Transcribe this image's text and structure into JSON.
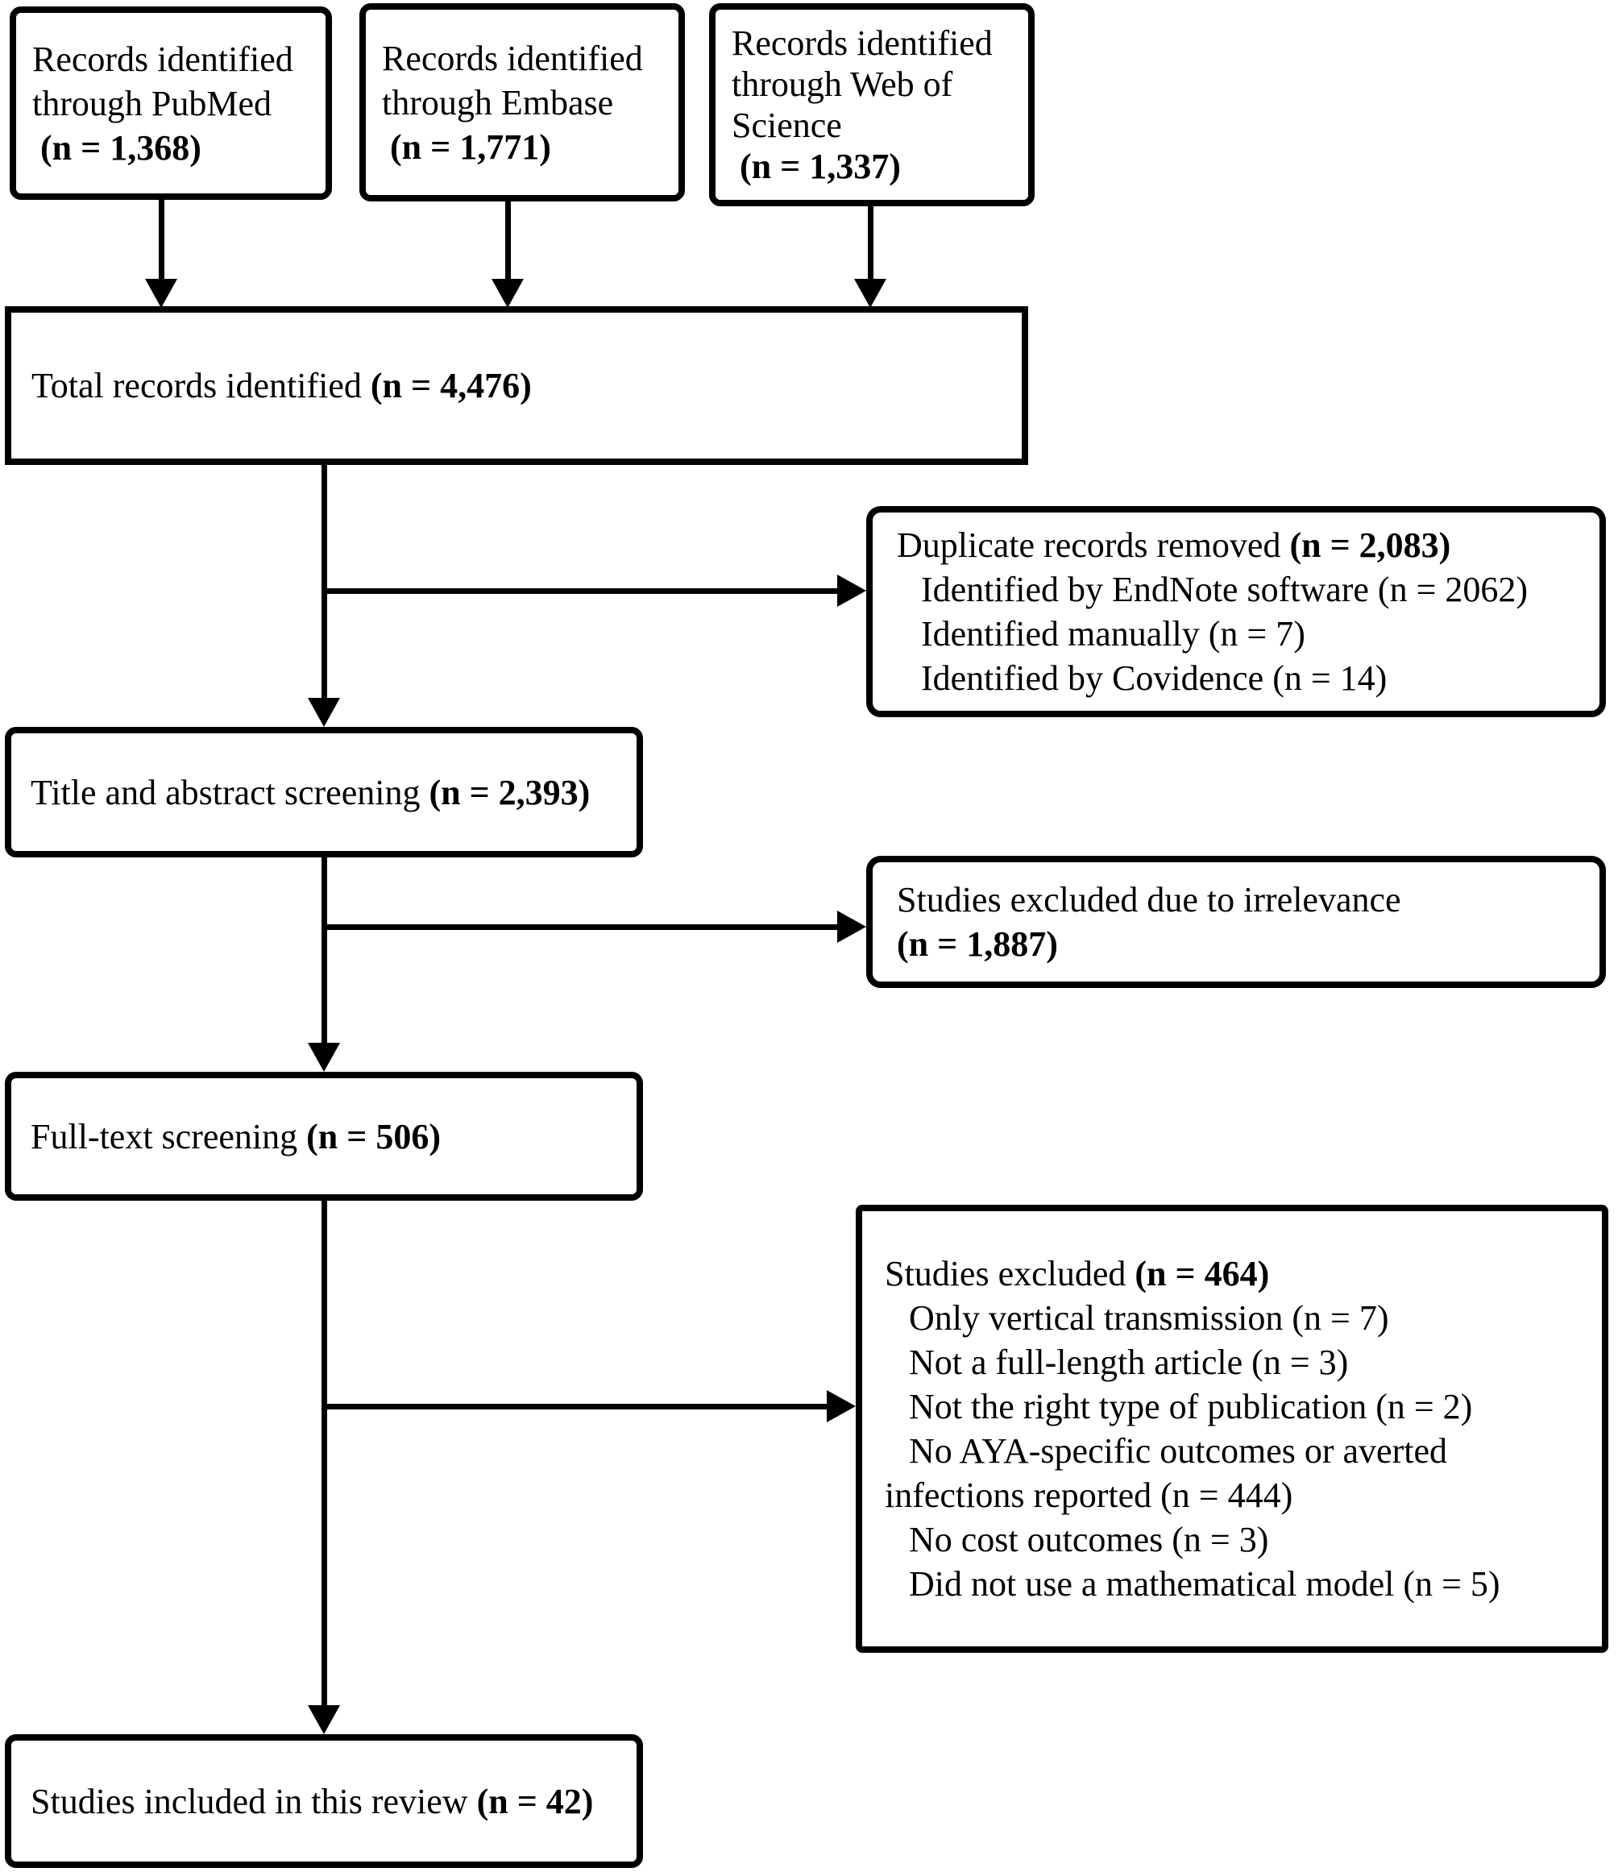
{
  "diagram_type": "prisma-flow",
  "colors": {
    "line": "#000000",
    "background": "#ffffff"
  },
  "sources": [
    {
      "lines": [
        "Records identified",
        "through PubMed"
      ],
      "count": "(n = 1,368)"
    },
    {
      "lines": [
        "Records identified",
        "through Embase"
      ],
      "count": "(n = 1,771)"
    },
    {
      "lines": [
        "Records identified",
        "through Web of",
        "Science"
      ],
      "count": "(n = 1,337)"
    }
  ],
  "total": {
    "label": "Total records identified",
    "count": "(n = 4,476)"
  },
  "duplicates": {
    "label": "Duplicate records removed",
    "count": "(n = 2,083)",
    "items": [
      "Identified by EndNote software (n = 2062)",
      "Identified manually (n = 7)",
      "Identified by Covidence (n = 14)"
    ]
  },
  "title_abstract": {
    "label": "Title and abstract screening",
    "count": "(n = 2,393)"
  },
  "excluded_irrelevance": {
    "label": "Studies excluded due to irrelevance",
    "count": "(n = 1,887)"
  },
  "full_text": {
    "label": "Full-text screening",
    "count": "(n = 506)"
  },
  "excluded_full_text": {
    "label": "Studies excluded",
    "count": "(n = 464)",
    "items": [
      "Only vertical transmission (n = 7)",
      "Not a full-length article (n = 3)",
      "Not the right type of publication (n = 2)",
      "No AYA-specific outcomes or averted infections reported (n = 444)",
      "No cost outcomes (n = 3)",
      "Did not use a mathematical model (n = 5)"
    ]
  },
  "included": {
    "label": "Studies included in this review",
    "count": "(n = 42)"
  }
}
